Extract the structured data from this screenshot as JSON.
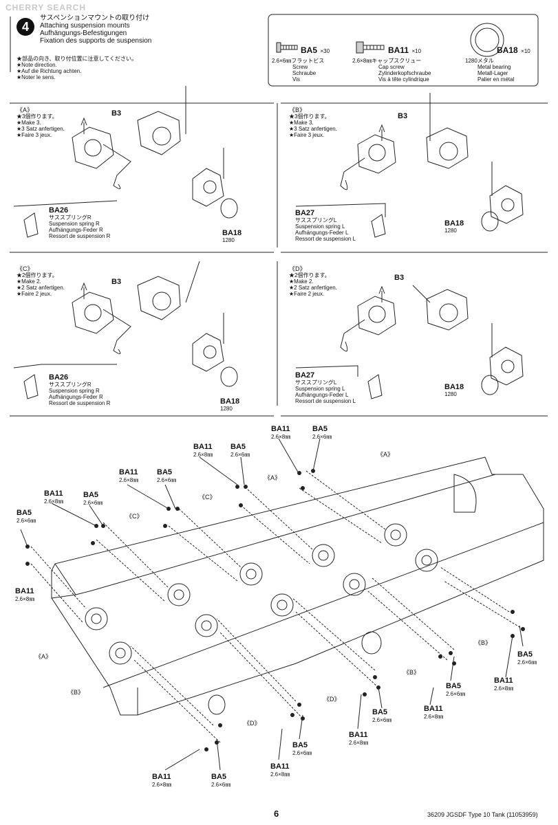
{
  "watermark": "CHERRY SEARCH",
  "step": {
    "number": "4",
    "title_jp": "サスペンションマウントの取り付け",
    "title_en": "Attaching suspension mounts",
    "title_de": "Aufhängungs-Befestigungen",
    "title_fr": "Fixation des supports de suspension",
    "note_jp": "★部品の向き、取り付位置に注意してください。",
    "note_en": "★Note direction.",
    "note_de": "★Auf die Richtung achten.",
    "note_fr": "★Noter le sens."
  },
  "parts_box": {
    "ba5": {
      "code": "BA5",
      "qty": "×30",
      "size": "2.6×6㎜フラットビス",
      "en": "Screw",
      "de": "Schraube",
      "fr": "Vis"
    },
    "ba11": {
      "code": "BA11",
      "qty": "×10",
      "size": "2.6×8㎜キャップスクリュー",
      "en": "Cap screw",
      "de": "Zylinderkopfschraube",
      "fr": "Vis à tête cylindrique"
    },
    "ba18": {
      "code": "BA18",
      "qty": "×10",
      "size": "1280メタル",
      "en": "Metal bearing",
      "de": "Metall-Lager",
      "fr": "Palier en métal"
    }
  },
  "subassemblies": {
    "A": {
      "label": "《A》",
      "jp": "★3個作ります。",
      "en": "★Make 3.",
      "de": "★3 Satz anfertigen.",
      "fr": "★Faire 3 jeux.",
      "b3": "B3",
      "spring_code": "BA26",
      "spring_jp": "サススプリングR",
      "spring_en": "Suspension spring R",
      "spring_de": "Aufhängungs-Feder R",
      "spring_fr": "Ressort de suspension R",
      "bearing_code": "BA18",
      "bearing_num": "1280"
    },
    "B": {
      "label": "《B》",
      "jp": "★3個作ります。",
      "en": "★Make 3.",
      "de": "★3 Satz anfertigen.",
      "fr": "★Faire 3 jeux.",
      "b3": "B3",
      "spring_code": "BA27",
      "spring_jp": "サススプリングL",
      "spring_en": "Suspension spring L",
      "spring_de": "Aufhängungs-Feder L",
      "spring_fr": "Ressort de suspension L",
      "bearing_code": "BA18",
      "bearing_num": "1280"
    },
    "C": {
      "label": "《C》",
      "jp": "★2個作ります。",
      "en": "★Make 2.",
      "de": "★2 Satz anfertigen.",
      "fr": "★Faire 2 jeux.",
      "b3": "B3",
      "spring_code": "BA26",
      "spring_jp": "サススプリングR",
      "spring_en": "Suspension spring R",
      "spring_de": "Aufhängungs-Feder R",
      "spring_fr": "Ressort de suspension R",
      "bearing_code": "BA18",
      "bearing_num": "1280"
    },
    "D": {
      "label": "《D》",
      "jp": "★2個作ります。",
      "en": "★Make 2.",
      "de": "★2 Satz anfertigen.",
      "fr": "★Faire 2 jeux.",
      "b3": "B3",
      "spring_code": "BA27",
      "spring_jp": "サススプリングL",
      "spring_en": "Suspension spring L",
      "spring_de": "Aufhängungs-Feder L",
      "spring_fr": "Ressort de suspension L",
      "bearing_code": "BA18",
      "bearing_num": "1280"
    }
  },
  "callouts": {
    "ba11": "BA11",
    "ba5": "BA5",
    "size_ba11": "2.6×8㎜",
    "size_ba5": "2.6×6㎜",
    "mark_a": "《A》",
    "mark_b": "《B》",
    "mark_c": "《C》",
    "mark_d": "《D》"
  },
  "footer": {
    "page_number": "6",
    "product": "36209  JGSDF Type 10 Tank (11053959)"
  }
}
